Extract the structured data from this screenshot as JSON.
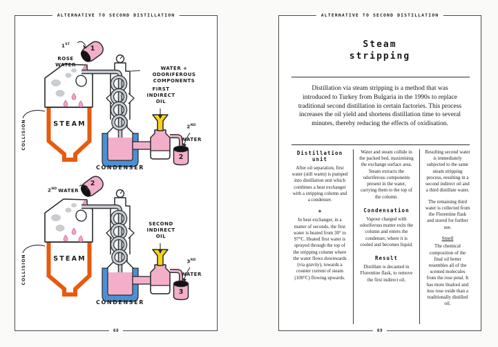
{
  "left_page": {
    "header": "ALTERNATIVE TO SECOND DISTILLATION",
    "page_number": "68",
    "d1": {
      "input_num": "1",
      "input_suffix": "ST",
      "input_rest": "ROSE\nWATER",
      "container_num": "1",
      "pipe_label": "WATER + ODORIFEROUS\nCOMPONENTS",
      "oil_label": "FIRST\nINDIRECT\nOIL",
      "steam": "STEAM",
      "collision": "COLLISION",
      "condenser": "CONDENSER",
      "out_num": "2",
      "out_suffix": "ND",
      "out_rest": "WATER",
      "out_container_num": "2"
    },
    "d2": {
      "input_num": "2",
      "input_suffix": "ND",
      "input_rest": "WATER",
      "container_num": "2",
      "oil_label": "SECOND\nINDIRECT\nOIL",
      "steam": "STEAM",
      "collision": "COLLISION",
      "condenser": "CONDENSER",
      "out_num": "3",
      "out_suffix": "RD",
      "out_rest": "WATER",
      "out_container_num": "3"
    }
  },
  "right_page": {
    "header": "ALTERNATIVE TO SECOND DISTILLATION",
    "page_number": "69",
    "title": "Steam\nstripping",
    "intro": "Distillation via steam stripping is a method that was introduced to Turkey from Bulgaria in the 1990s to replace traditional second distillation in certain factories. This process increases the oil yield and shortens distillation time to several minutes, thereby reducing the effects of oxidisation.",
    "col1": {
      "heading": "Distillation unit",
      "para1": "After oil separation, first water (still warm) is pumped into distillation unit which combines a heat exchanger with a stripping column and a condenser.",
      "plus": "+",
      "para2": "In heat exchanger, in a matter of seconds, the first water is heated from 30° to 97°C. Heated first water is sprayed through the top of the stripping column where the water flows downwards (via gravity), towards a counter current of steam (100°C) flowing upwards."
    },
    "col2": {
      "para1": "Water and steam collide in the packed bed, maximising the exchange surface area. Steam extracts the odoriferous components present in the water, carrying them to the top of the column.",
      "heading1": "Condensation",
      "para2": "Vapour charged with odoriferous matter exits the column and enters the condenser, where it is cooled and becomes liquid.",
      "heading2": "Result",
      "para3": "Distillate is decanted in Florentine flask, to remove the first indirect oil."
    },
    "col3": {
      "para1": "Resulting second water is immediately subjected to the same steam stripping process, resulting in a second indirect oil and a third distillate water.",
      "para2": "The remaining third water is collected from the Florentine flask and stored for further use.",
      "heading": "Smell",
      "para3": "The chemical composition of the final oil better resembles all of the scented molecules from the rose petal. It has more linalool and less rose oxide than a traditionally distilled oil."
    }
  }
}
